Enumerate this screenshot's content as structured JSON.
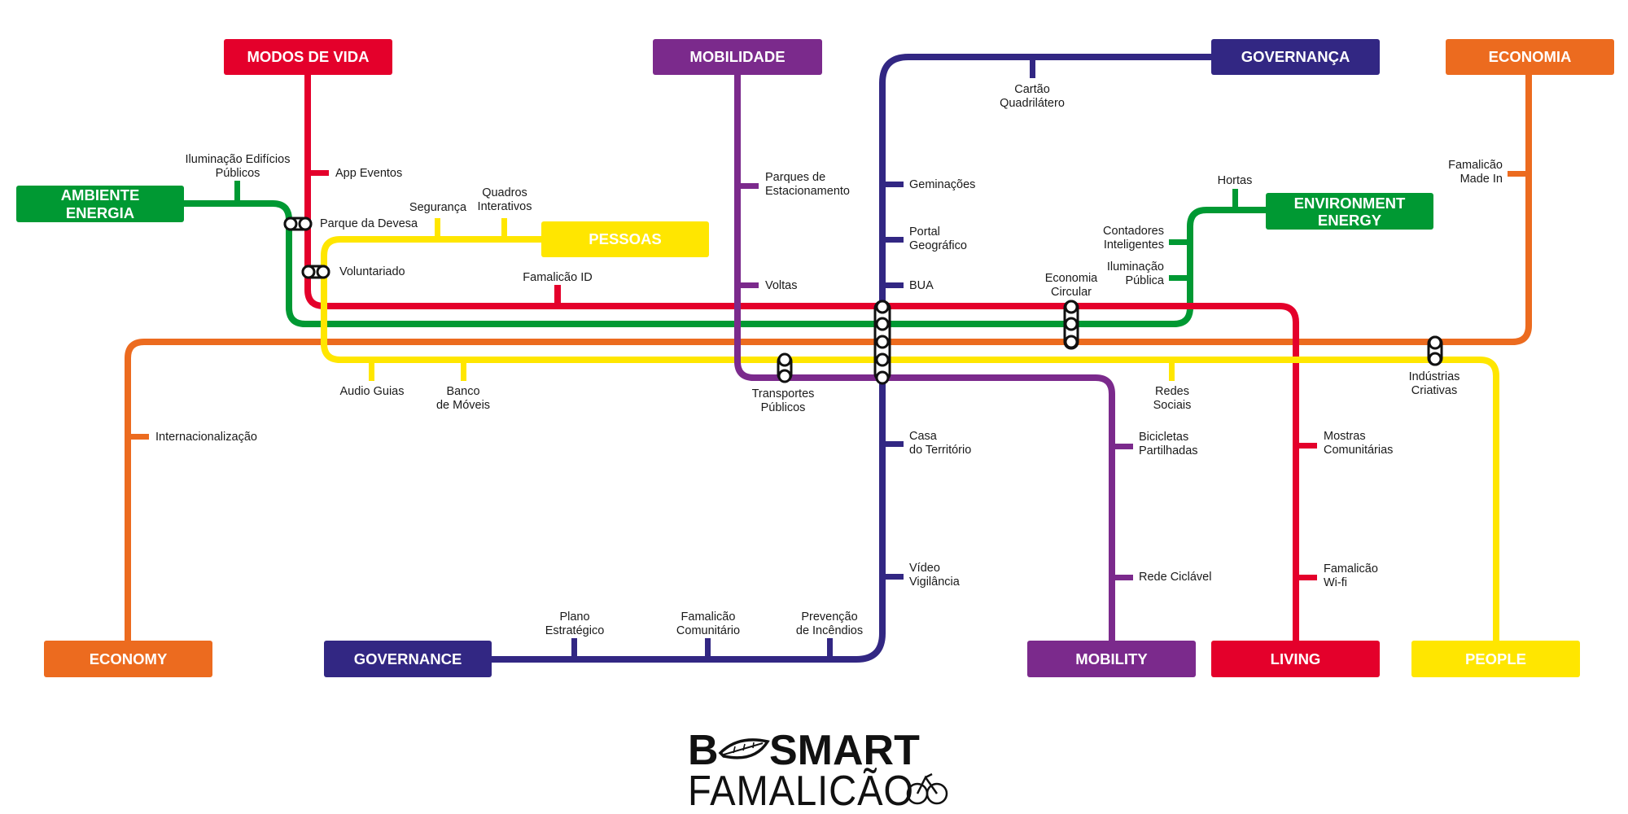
{
  "colors": {
    "red": "#e4002b",
    "green": "#009933",
    "yellow": "#ffe600",
    "purple": "#7b2a8c",
    "navy": "#322783",
    "orange": "#ec6b1f"
  },
  "terminals": {
    "modos_de_vida": "MODOS DE VIDA",
    "mobilidade": "MOBILIDADE",
    "governanca": "GOVERNANÇA",
    "economia": "ECONOMIA",
    "ambiente_energia": [
      "AMBIENTE",
      "ENERGIA"
    ],
    "pessoas": "PESSOAS",
    "environment_energy": [
      "ENVIRONMENT",
      "ENERGY"
    ],
    "economy": "ECONOMY",
    "governance": "GOVERNANCE",
    "mobility": "MOBILITY",
    "living": "LIVING",
    "people": "PEOPLE"
  },
  "stations": {
    "cartao": [
      "Cartão",
      "Quadrilátero"
    ],
    "iluminacao_edificios": [
      "Iluminação Edifícios",
      "Públicos"
    ],
    "app_eventos": [
      "App Eventos"
    ],
    "parque_devesa": [
      "Parque da Devesa"
    ],
    "seguranca": [
      "Segurança"
    ],
    "quadros": [
      "Quadros",
      "Interativos"
    ],
    "voluntariado": [
      "Voluntariado"
    ],
    "famalicao_id": [
      "Famalicão ID"
    ],
    "parques_estacionamento": [
      "Parques de",
      "Estacionamento"
    ],
    "voltas": [
      "Voltas"
    ],
    "geminacoes": [
      "Geminações"
    ],
    "portal": [
      "Portal",
      "Geográfico"
    ],
    "bua": [
      "BUA"
    ],
    "economia_circular": [
      "Economia",
      "Circular"
    ],
    "hortas": [
      "Hortas"
    ],
    "contadores": [
      "Contadores",
      "Inteligentes"
    ],
    "iluminacao_publica": [
      "Iluminação",
      "Pública"
    ],
    "famalicao_made_in": [
      "Famalicão",
      "Made In"
    ],
    "audio_guias": [
      "Audio Guias"
    ],
    "banco_moveis": [
      "Banco",
      "de Móveis"
    ],
    "transportes": [
      "Transportes",
      "Públicos"
    ],
    "redes_sociais": [
      "Redes",
      "Sociais"
    ],
    "industrias": [
      "Indústrias",
      "Criativas"
    ],
    "internacionalizacao": [
      "Internacionalização"
    ],
    "casa_territorio": [
      "Casa",
      "do Território"
    ],
    "bicicletas": [
      "Bicicletas",
      "Partilhadas"
    ],
    "mostras": [
      "Mostras",
      "Comunitárias"
    ],
    "video": [
      "Vídeo",
      "Vigilância"
    ],
    "rede_ciclavel": [
      "Rede Ciclável"
    ],
    "famalicao_wifi": [
      "Famalicão",
      "Wi-fi"
    ],
    "plano": [
      "Plano",
      "Estratégico"
    ],
    "comunitario": [
      "Famalicão",
      "Comunitário"
    ],
    "prevencao": [
      "Prevenção",
      "de Incêndios"
    ]
  },
  "logo": {
    "line1_left": "B",
    "line1_right": "SMART",
    "line2": "FAMALICÃO"
  }
}
